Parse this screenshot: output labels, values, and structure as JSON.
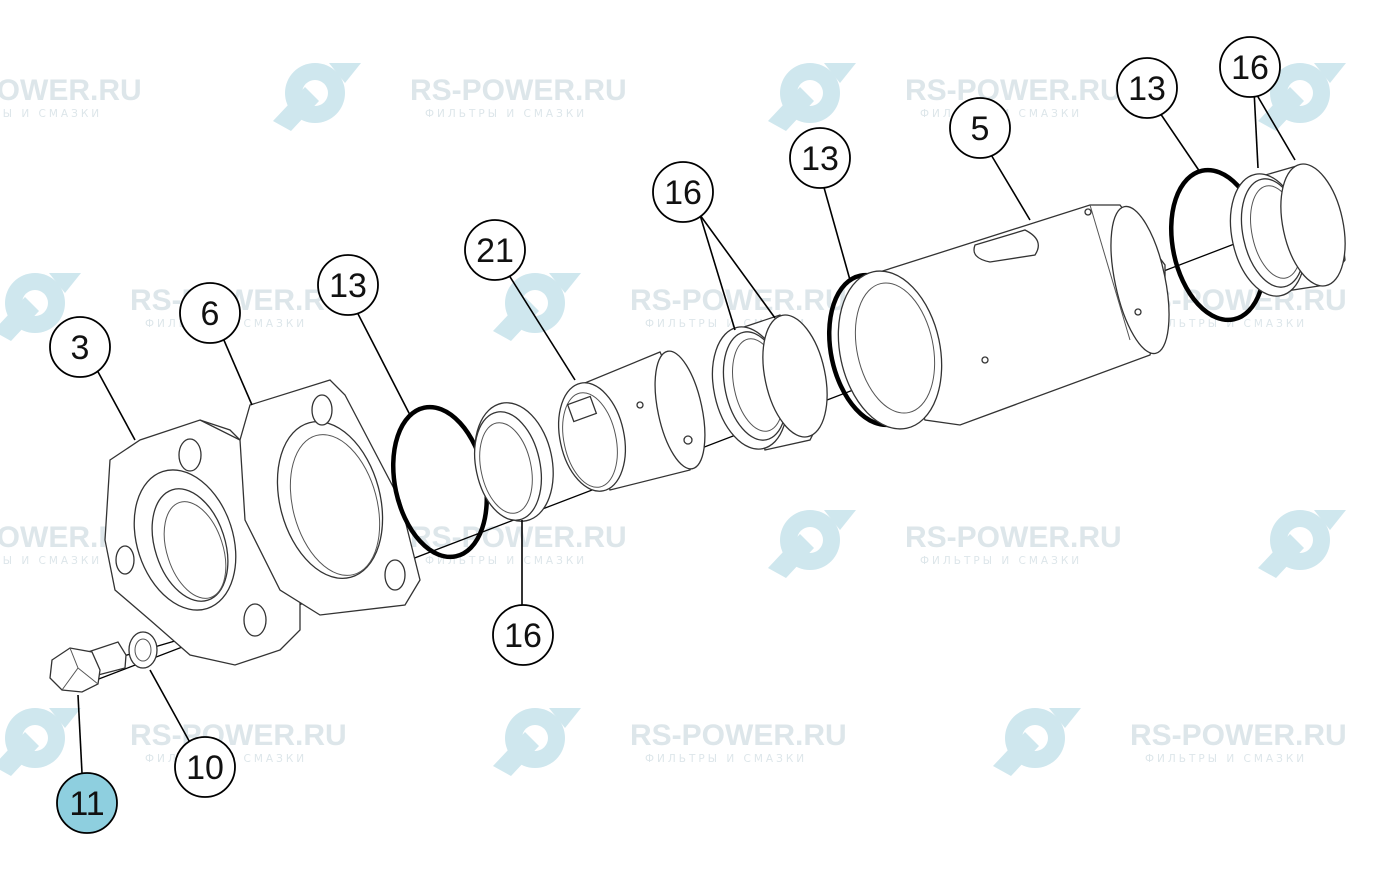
{
  "watermark": {
    "title": "RS-POWER.RU",
    "subtitle": "ФИЛЬТРЫ И СМАЗКИ"
  },
  "callouts": [
    {
      "id": "c3",
      "label": "3",
      "highlighted": false
    },
    {
      "id": "c6",
      "label": "6",
      "highlighted": false
    },
    {
      "id": "c13a",
      "label": "13",
      "highlighted": false
    },
    {
      "id": "c21",
      "label": "21",
      "highlighted": false
    },
    {
      "id": "c16a",
      "label": "16",
      "highlighted": false
    },
    {
      "id": "c13b",
      "label": "13",
      "highlighted": false
    },
    {
      "id": "c5",
      "label": "5",
      "highlighted": false
    },
    {
      "id": "c13c",
      "label": "13",
      "highlighted": false
    },
    {
      "id": "c16b",
      "label": "16",
      "highlighted": false
    },
    {
      "id": "c16c",
      "label": "16",
      "highlighted": false
    },
    {
      "id": "c10",
      "label": "10",
      "highlighted": false
    },
    {
      "id": "c11",
      "label": "11",
      "highlighted": true
    }
  ],
  "colors": {
    "highlight": "#8ecfdf",
    "watermark": "#dde6ea",
    "watermark_logo": "#cfe7ee"
  }
}
